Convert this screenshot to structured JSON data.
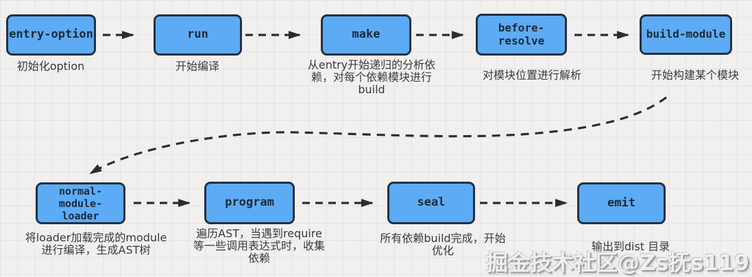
{
  "colors": {
    "background": "#f1f0ee",
    "grid_line": "#b9b9b9",
    "box_fill": "#5dabf5",
    "box_border": "#243140",
    "box_text": "#1c2b3a",
    "caption_text": "#3a3a3a",
    "arrow": "#2d2d2d",
    "watermark": "#f5f4f2"
  },
  "nodes": [
    {
      "id": "entry-option",
      "label_lines": [
        "entry-option"
      ],
      "caption_lines": [
        "初始化option"
      ]
    },
    {
      "id": "run",
      "label_lines": [
        "run"
      ],
      "caption_lines": [
        "开始编译"
      ]
    },
    {
      "id": "make",
      "label_lines": [
        "make"
      ],
      "caption_lines": [
        "从entry开始递归的分析依",
        "赖，对每个依赖模块进行",
        "build"
      ]
    },
    {
      "id": "before-resolve",
      "label_lines": [
        "before-",
        "resolve"
      ],
      "caption_lines": [
        "对模块位置进行解析"
      ]
    },
    {
      "id": "build-module",
      "label_lines": [
        "build-module"
      ],
      "caption_lines": [
        "开始构建某个模块"
      ]
    },
    {
      "id": "normal-module-loader",
      "label_lines": [
        "normal-",
        "module-",
        "loader"
      ],
      "caption_lines": [
        "将loader加载完成的module",
        "进行编译，生成AST树"
      ]
    },
    {
      "id": "program",
      "label_lines": [
        "program"
      ],
      "caption_lines": [
        "遍历AST，当遇到require",
        "等一些调用表达式时，收集",
        "依赖"
      ]
    },
    {
      "id": "seal",
      "label_lines": [
        "seal"
      ],
      "caption_lines": [
        "所有依赖build完成，开始",
        "优化"
      ]
    },
    {
      "id": "emit",
      "label_lines": [
        "emit"
      ],
      "caption_lines": [
        "输出到dist 目录"
      ]
    }
  ],
  "edges": [
    {
      "from": "entry-option",
      "to": "run"
    },
    {
      "from": "run",
      "to": "make"
    },
    {
      "from": "make",
      "to": "before-resolve"
    },
    {
      "from": "before-resolve",
      "to": "build-module"
    },
    {
      "from": "build-module",
      "to": "normal-module-loader"
    },
    {
      "from": "normal-module-loader",
      "to": "program"
    },
    {
      "from": "program",
      "to": "seal"
    },
    {
      "from": "seal",
      "to": "emit"
    }
  ],
  "watermark": {
    "text": "掘金技术社区@Zs抚s119"
  }
}
